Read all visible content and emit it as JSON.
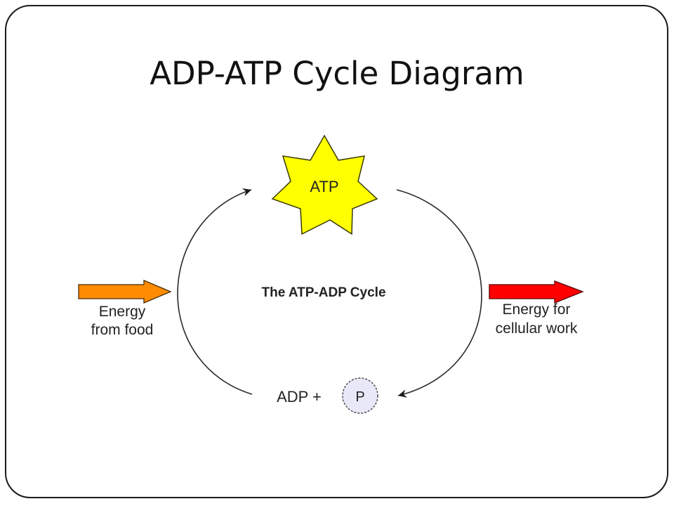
{
  "slide": {
    "title": "ADP-ATP Cycle Diagram"
  },
  "diagram": {
    "center_label": "The ATP-ADP Cycle",
    "atp_node": {
      "label": "ATP",
      "shape": "7-point star",
      "fill": "#ffff00",
      "stroke": "#333300"
    },
    "adp_node": {
      "label": "ADP +",
      "phosphate_label": "P",
      "phosphate_fill": "#e8e8f8"
    },
    "input": {
      "label_line1": "Energy",
      "label_line2": "from food",
      "arrow_color": "#ff8c00"
    },
    "output": {
      "label_line1": "Energy for",
      "label_line2": "cellular work",
      "arrow_color": "#ff0000"
    },
    "cycle_arrows": [
      {
        "from": "ADP + P",
        "to": "ATP",
        "side": "left"
      },
      {
        "from": "ATP",
        "to": "ADP + P",
        "side": "right"
      }
    ]
  }
}
